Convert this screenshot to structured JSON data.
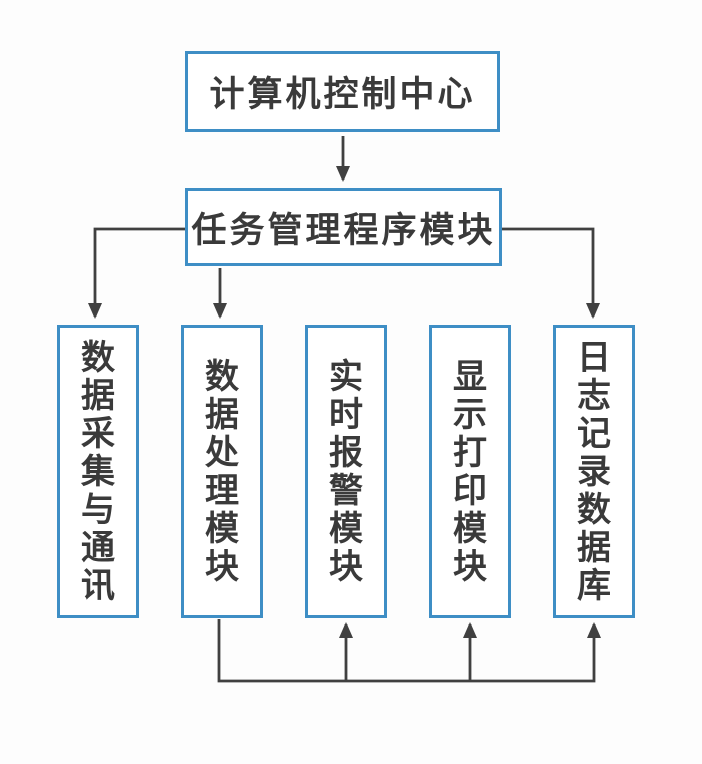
{
  "diagram": {
    "type": "flowchart",
    "nodes": {
      "root": {
        "label": "计算机控制中心"
      },
      "manager": {
        "label": "任务管理程序模块"
      },
      "modules": [
        {
          "label": "数据采集与通讯"
        },
        {
          "label": "数据处理模块"
        },
        {
          "label": "实时报警模块"
        },
        {
          "label": "显示打印模块"
        },
        {
          "label": "日志记录数据库"
        }
      ]
    },
    "edges": [
      {
        "from": "计算机控制中心",
        "to": "任务管理程序模块",
        "style": "arrow-down"
      },
      {
        "from": "任务管理程序模块",
        "to": "数据采集与通讯",
        "style": "arrow-down"
      },
      {
        "from": "任务管理程序模块",
        "to": "数据处理模块",
        "style": "arrow-down"
      },
      {
        "from": "任务管理程序模块",
        "to": "日志记录数据库",
        "style": "arrow-down"
      },
      {
        "from": "数据处理模块",
        "to": "实时报警模块",
        "style": "arrow-up-from-bottom-bus"
      },
      {
        "from": "数据处理模块",
        "to": "显示打印模块",
        "style": "arrow-up-from-bottom-bus"
      },
      {
        "from": "数据处理模块",
        "to": "日志记录数据库",
        "style": "arrow-up-from-bottom-bus"
      }
    ],
    "colors": {
      "box_border": "#3e8ec5",
      "box_fill": "#ffffff",
      "arrow": "#404040",
      "text": "#3a3a3a",
      "background": "#fdfdfd"
    }
  }
}
